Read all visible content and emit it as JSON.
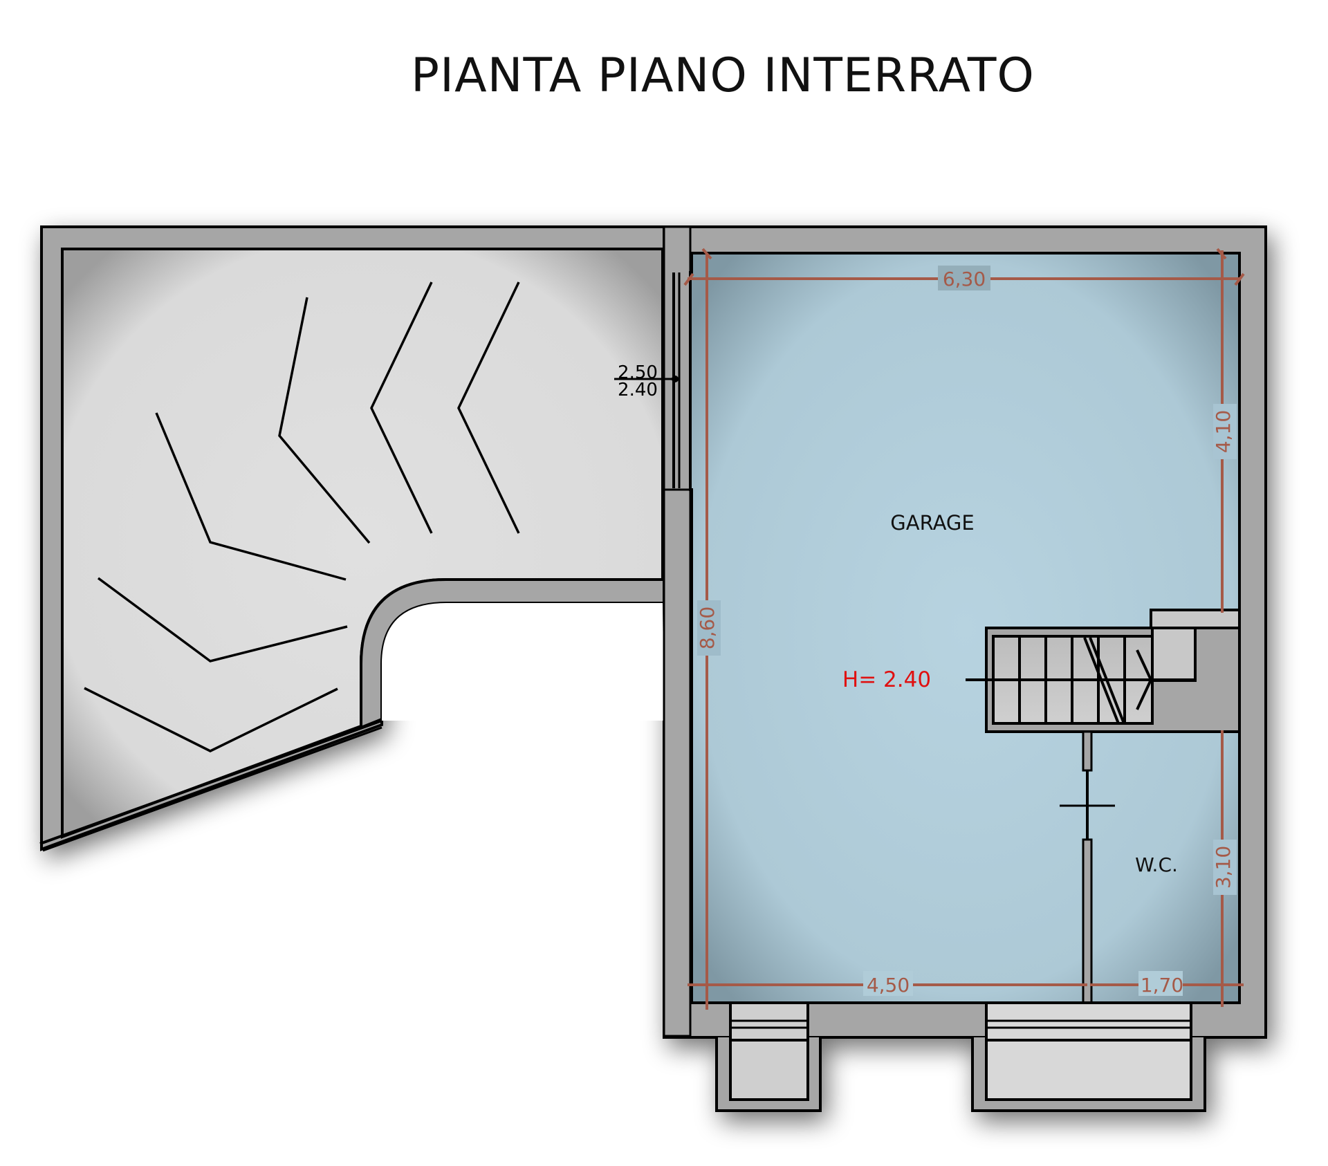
{
  "title": "PIANTA PIANO INTERRATO",
  "rooms": {
    "garage": {
      "label": "GARAGE"
    },
    "wc": {
      "label": "W.C."
    }
  },
  "height_note": "H= 2.40",
  "levels": {
    "upper": "2.50",
    "lower": "2.40"
  },
  "dimensions": {
    "garage_width": "6,30",
    "garage_depth": "8,60",
    "upper_depth": "4,10",
    "wc_depth": "3,10",
    "bottom_left": "4,50",
    "bottom_right": "1,70"
  },
  "colors": {
    "wall": "#a6a6a6",
    "ramp_floor": "#dcdcdc",
    "garage_floor": "#b3d0de",
    "dimension": "#a55a48",
    "height_note": "#e01010",
    "line": "#000000"
  }
}
